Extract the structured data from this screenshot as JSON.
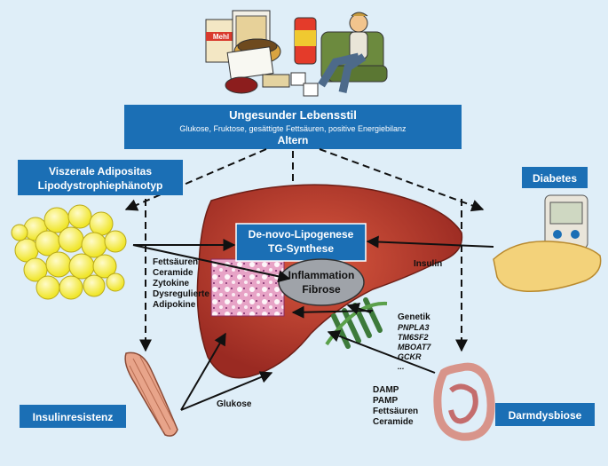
{
  "lifestyle": {
    "title": "Ungesunder Lebensstil",
    "detail": "Glukose, Fruktose, gesättigte Fettsäuren, positive Energiebilanz",
    "age": "Altern"
  },
  "food": {
    "flour_label": "Mehl"
  },
  "visceral": {
    "line1": "Viszerale Adipositas",
    "line2": "Lipodystrophiephänotyp"
  },
  "diabetes": {
    "label": "Diabetes"
  },
  "dnl": {
    "line1": "De-novo-Lipogenese",
    "line2": "TG-Synthese"
  },
  "inflammation": {
    "line1": "Inflammation",
    "line2": "Fibrose"
  },
  "adipose_factors": [
    "Fettsäuren",
    "Ceramide",
    "Zytokine",
    "Dysregulierte",
    "Adipokine"
  ],
  "insulin_label": "Insulin",
  "genetics": {
    "title": "Genetik",
    "genes": [
      "PNPLA3",
      "TM6SF2",
      "MBOAT7",
      "GCKR",
      "..."
    ]
  },
  "gut_factors": [
    "DAMP",
    "PAMP",
    "Fettsäuren",
    "Ceramide"
  ],
  "glucose_label": "Glukose",
  "insulin_resistance": {
    "label": "Insulinresistenz"
  },
  "dysbiosis": {
    "label": "Darmdysbiose"
  },
  "colors": {
    "box": "#1b6fb5",
    "background": "#dfeef8",
    "liver": "#b5352a",
    "fat": "#f4ee3a"
  }
}
